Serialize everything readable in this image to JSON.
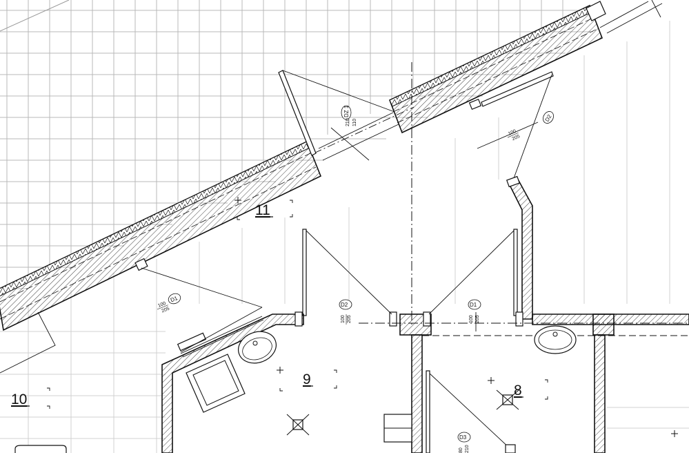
{
  "rooms": [
    {
      "id": "room-11",
      "number": "11"
    },
    {
      "id": "room-9",
      "number": "9"
    },
    {
      "id": "room-8",
      "number": "8"
    },
    {
      "id": "room-10",
      "number": "10"
    }
  ],
  "doors": {
    "dz1": {
      "code": "DZ 1",
      "width": "110",
      "height": "210"
    },
    "d2_upper": {
      "code": "D2",
      "width": "100",
      "height": "205"
    },
    "d1_left": {
      "code": "D1",
      "width": "100",
      "height": "205"
    },
    "d2_room9": {
      "code": "D2",
      "width": "100",
      "height": "205"
    },
    "d1_room8": {
      "code": "D1",
      "width": "100",
      "height": "205"
    },
    "d3": {
      "code": "D3",
      "width": "80",
      "height": "210"
    }
  },
  "colors": {
    "line": "#111111",
    "grid": "#b8b8b8",
    "background": "#ffffff"
  }
}
